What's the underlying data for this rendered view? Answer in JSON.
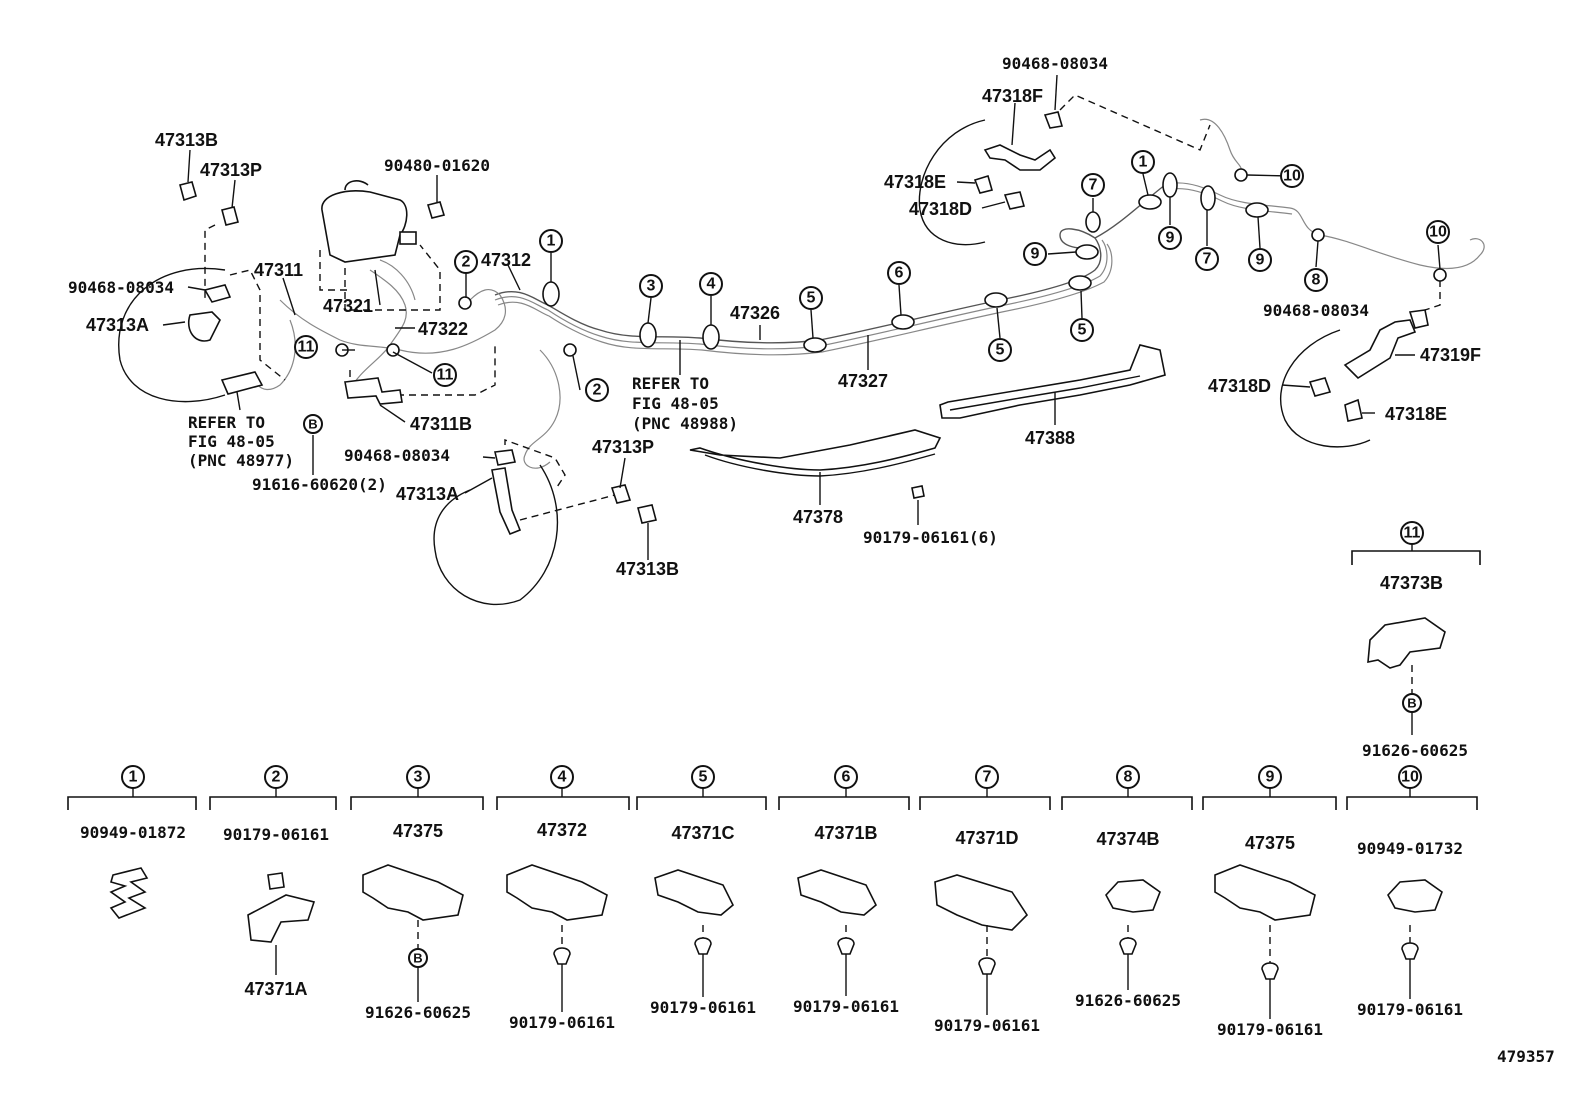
{
  "labels": {
    "l_47313B_top": "47313B",
    "l_47313P_top": "47313P",
    "l_90480": "90480-01620",
    "l_47311": "47311",
    "l_47312": "47312",
    "l_90468_left": "90468-08034",
    "l_47313A_left": "47313A",
    "l_47321": "47321",
    "l_47322": "47322",
    "l_47311B": "47311B",
    "l_refer1_a": "REFER TO",
    "l_refer1_b": "FIG 48-05",
    "l_refer1_c": "(PNC 48977)",
    "l_91616": "91616-60620(2)",
    "l_90468_mid": "90468-08034",
    "l_47313A_mid": "47313A",
    "l_47313P_mid": "47313P",
    "l_47313B_mid": "47313B",
    "l_47326": "47326",
    "l_47327": "47327",
    "l_refer2_a": "REFER TO",
    "l_refer2_b": "FIG 48-05",
    "l_refer2_c": "(PNC 48988)",
    "l_47378": "47378",
    "l_90179_6": "90179-06161(6)",
    "l_47388": "47388",
    "l_90468_top": "90468-08034",
    "l_47318F": "47318F",
    "l_47318E_top": "47318E",
    "l_47318D_top": "47318D",
    "l_90468_right": "90468-08034",
    "l_47319F": "47319F",
    "l_47318D_right": "47318D",
    "l_47318E_right": "47318E",
    "l_47373B": "47373B",
    "l_91626_right": "91626-60625",
    "l_figno": "479357"
  },
  "callouts": {
    "c1": "1",
    "c2": "2",
    "c3": "3",
    "c4": "4",
    "c5": "5",
    "c6": "6",
    "c7": "7",
    "c8": "8",
    "c9": "9",
    "c10": "10",
    "c11": "11",
    "cB": "B"
  },
  "legend": [
    {
      "num": "1",
      "top": "90949-01872",
      "bottom": ""
    },
    {
      "num": "2",
      "top": "90179-06161",
      "bottom": "47371A"
    },
    {
      "num": "3",
      "top": "47375",
      "bottom": "91626-60625"
    },
    {
      "num": "4",
      "top": "47372",
      "bottom": "90179-06161"
    },
    {
      "num": "5",
      "top": "47371C",
      "bottom": "90179-06161"
    },
    {
      "num": "6",
      "top": "47371B",
      "bottom": "90179-06161"
    },
    {
      "num": "7",
      "top": "47371D",
      "bottom": "90179-06161"
    },
    {
      "num": "8",
      "top": "47374B",
      "bottom": "91626-60625"
    },
    {
      "num": "9",
      "top": "47375",
      "bottom": "90179-06161"
    },
    {
      "num": "10",
      "top": "90949-01732",
      "bottom": "90179-06161"
    }
  ]
}
